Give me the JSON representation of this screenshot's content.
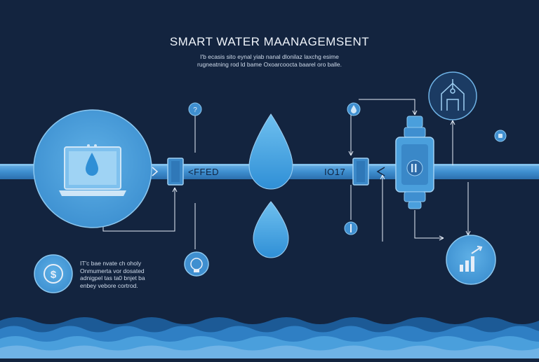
{
  "header": {
    "title": "SMART WATER MAANAGEMSENT",
    "subtitle_line1": "I'b ecasis sito eynal yiab nanal dlonilaz laxchg esime",
    "subtitle_line2": "rugneatning rod ld bame Oxoarcoocta baarel oro balle."
  },
  "pipe": {
    "label_left": "<FFED",
    "label_right": "IO17"
  },
  "note": {
    "line1": "IT'c bae nvate ch oholy",
    "line2": "Onmumerta vor dosated",
    "line3": "adnigpel tas ta0 bnjet ba",
    "line4": "enbey vebore cortrod."
  },
  "icons": {
    "laptop_node": "laptop-water-drop-icon",
    "savings_node": "dollar-sign-icon",
    "smart_home_node": "smart-home-icon",
    "analytics_node": "bar-chart-icon",
    "meter": "water-meter-icon",
    "sensor": "sensor-icon"
  },
  "colors": {
    "background": "#13243f",
    "pipe": "#3f8fd0",
    "pipe_light": "#6fb3e6",
    "node_fill": "#4a9fdc",
    "water_top": "#1c64a8",
    "water_light": "#5eaede",
    "text": "#e7eef8"
  }
}
